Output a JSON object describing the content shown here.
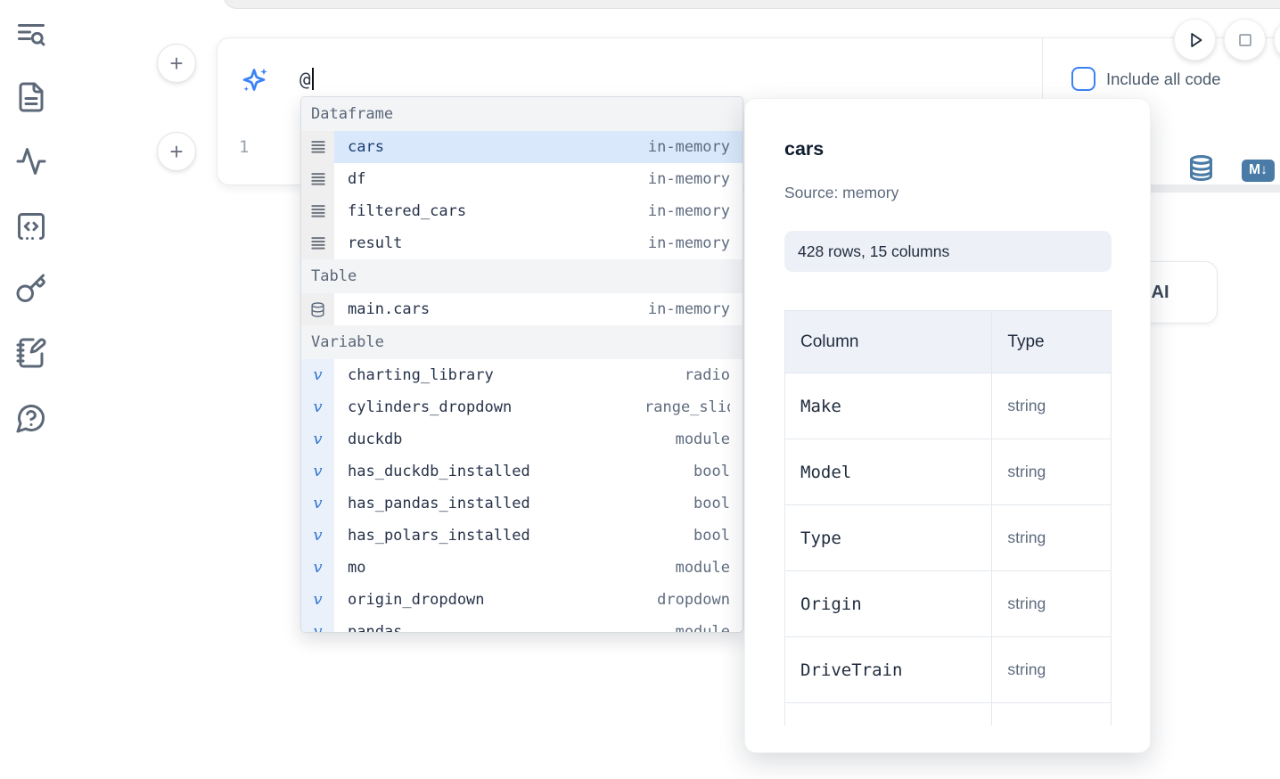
{
  "sidebar": {
    "icons": [
      {
        "name": "search-list-icon"
      },
      {
        "name": "document-icon"
      },
      {
        "name": "activity-icon"
      },
      {
        "name": "snippets-icon"
      },
      {
        "name": "key-icon"
      },
      {
        "name": "scratchpad-icon"
      },
      {
        "name": "help-chat-icon"
      }
    ]
  },
  "cell": {
    "add_button_top": "+",
    "add_button_bottom": "+",
    "prompt": {
      "value": "@"
    },
    "include_all_code": {
      "label": "Include all code",
      "checked": false
    },
    "line_number": "1",
    "markdown_badge": "M↓"
  },
  "generate_ai_button": {
    "label": "Generate with AI"
  },
  "autocomplete": {
    "sections": [
      {
        "label": "Dataframe",
        "icon": "rows-icon",
        "items": [
          {
            "name": "cars",
            "detail": "in-memory",
            "selected": true
          },
          {
            "name": "df",
            "detail": "in-memory",
            "selected": false
          },
          {
            "name": "filtered_cars",
            "detail": "in-memory",
            "selected": false
          },
          {
            "name": "result",
            "detail": "in-memory",
            "selected": false
          }
        ]
      },
      {
        "label": "Table",
        "icon": "database-icon",
        "items": [
          {
            "name": "main.cars",
            "detail": "in-memory",
            "selected": false
          }
        ]
      },
      {
        "label": "Variable",
        "icon": "variable-icon",
        "items": [
          {
            "name": "charting_library",
            "detail": "radio",
            "selected": false
          },
          {
            "name": "cylinders_dropdown",
            "detail": "range_slider",
            "selected": false
          },
          {
            "name": "duckdb",
            "detail": "module",
            "selected": false
          },
          {
            "name": "has_duckdb_installed",
            "detail": "bool",
            "selected": false
          },
          {
            "name": "has_pandas_installed",
            "detail": "bool",
            "selected": false
          },
          {
            "name": "has_polars_installed",
            "detail": "bool",
            "selected": false
          },
          {
            "name": "mo",
            "detail": "module",
            "selected": false
          },
          {
            "name": "origin_dropdown",
            "detail": "dropdown",
            "selected": false
          },
          {
            "name": "pandas",
            "detail": "module",
            "selected": false
          }
        ]
      }
    ]
  },
  "preview": {
    "title": "cars",
    "source": "Source: memory",
    "shape": "428 rows, 15 columns",
    "table": {
      "headers": [
        "Column",
        "Type"
      ],
      "rows": [
        {
          "column": "Make",
          "type": "string"
        },
        {
          "column": "Model",
          "type": "string"
        },
        {
          "column": "Type",
          "type": "string"
        },
        {
          "column": "Origin",
          "type": "string"
        },
        {
          "column": "DriveTrain",
          "type": "string"
        },
        {
          "column": "",
          "type": ""
        }
      ]
    }
  }
}
